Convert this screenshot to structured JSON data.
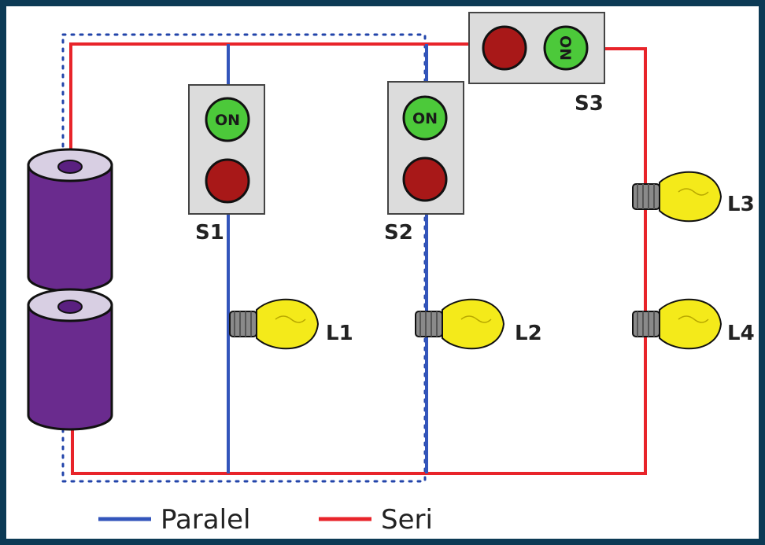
{
  "components": {
    "switches": [
      {
        "id": "S1",
        "label": "S1",
        "on_label": "ON"
      },
      {
        "id": "S2",
        "label": "S2",
        "on_label": "ON"
      },
      {
        "id": "S3",
        "label": "S3",
        "on_label": "ON"
      }
    ],
    "lamps": [
      {
        "id": "L1",
        "label": "L1"
      },
      {
        "id": "L2",
        "label": "L2"
      },
      {
        "id": "L3",
        "label": "L3"
      },
      {
        "id": "L4",
        "label": "L4"
      }
    ]
  },
  "legend": [
    {
      "label": "Paralel",
      "color": "#3355bb"
    },
    {
      "label": "Seri",
      "color": "#e8242a"
    }
  ],
  "colors": {
    "series_wire": "#e8242a",
    "parallel_wire": "#3355bb",
    "battery": "#6a2b8e",
    "battery_top": "#d8cfe3",
    "switch_on": "#4cc93a",
    "switch_off": "#a81818",
    "bulb": "#f4ea1a",
    "bulb_base": "#8a8a8a",
    "dotted_box": "#2244aa"
  }
}
